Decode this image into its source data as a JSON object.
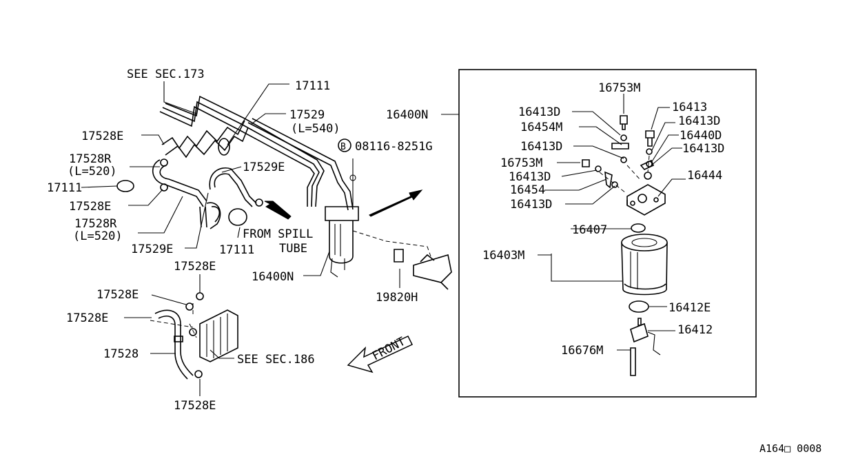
{
  "diagram_id": "A164□ 0008",
  "inset": {
    "header_label": "16400N",
    "parts": [
      "16753M",
      "16413",
      "16413D",
      "16413D",
      "16454M",
      "16440D",
      "16413D",
      "16413D",
      "16753M",
      "16413D",
      "16454",
      "16413D",
      "16444",
      "16407",
      "16403M",
      "16412E",
      "16412",
      "16676M"
    ]
  },
  "main": {
    "see_sec_173": "SEE SEC.173",
    "p17111_top": "17111",
    "p17529": "17529",
    "p17529_len": "(L=540)",
    "p17528E_a": "17528E",
    "p17528R_a": "17528R",
    "p17528R_a_len": "(L=520)",
    "p17111_left": "17111",
    "p17528E_b": "17528E",
    "p17528R_b": "17528R",
    "p17528R_b_len": "(L=520)",
    "p17529E_a": "17529E",
    "p17529E_b": "17529E",
    "p17111_bottom": "17111",
    "from_spill": "FROM SPILL",
    "from_spill_2": "TUBE",
    "bolt_symbol": "B",
    "bolt_part": "08116-8251G",
    "p16400N": "16400N",
    "p19820H": "19820H"
  },
  "lower": {
    "p17528E_top": "17528E",
    "p17528E_l1": "17528E",
    "p17528E_l2": "17528E",
    "p17528": "17528",
    "see_sec_186": "SEE SEC.186",
    "p17528E_bottom": "17528E",
    "front": "FRONT"
  }
}
